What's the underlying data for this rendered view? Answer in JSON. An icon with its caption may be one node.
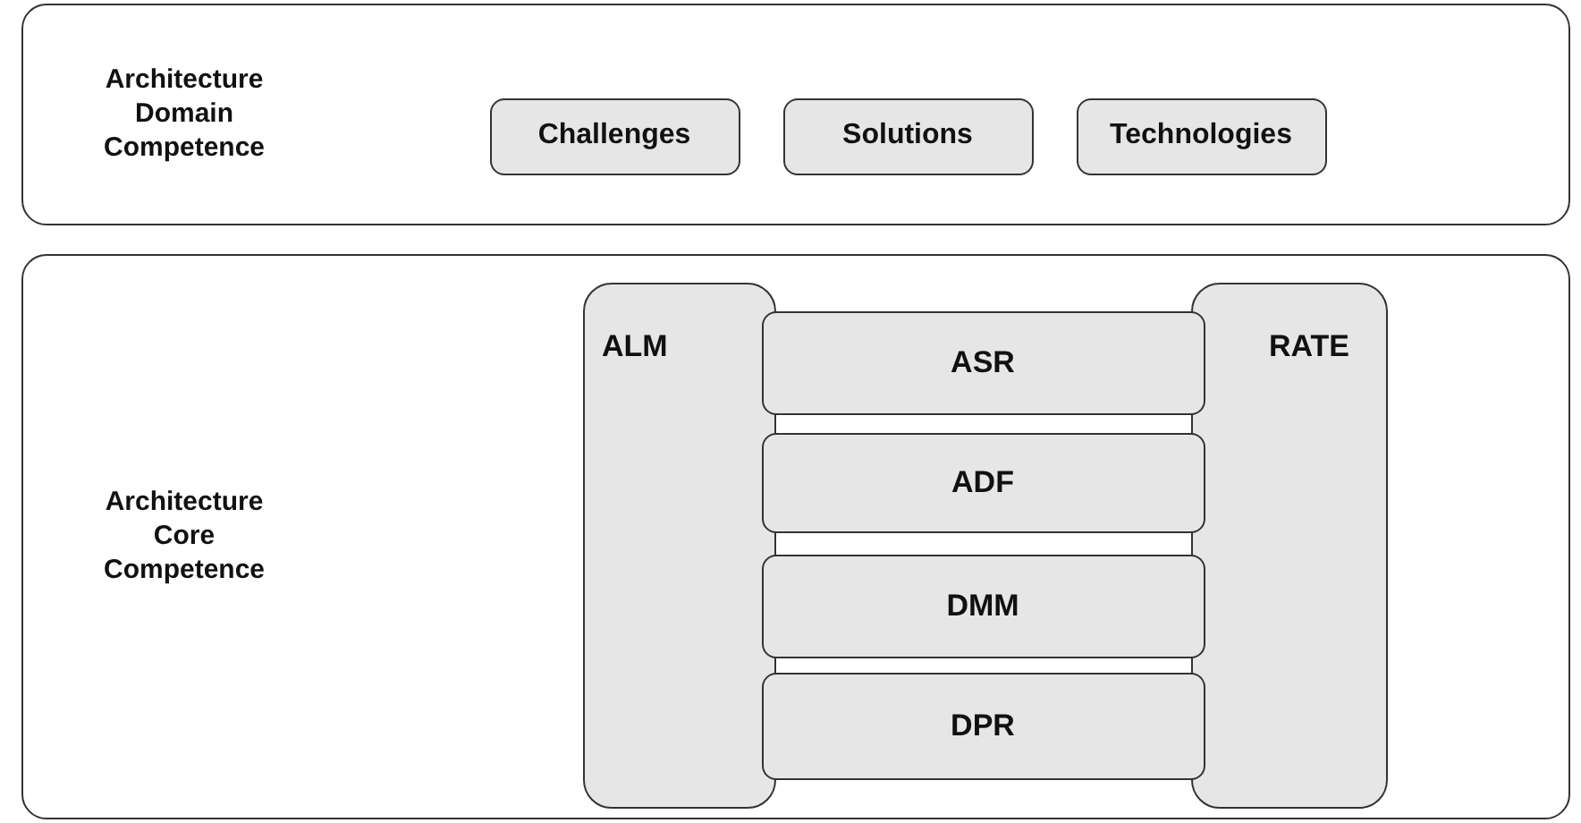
{
  "diagram": {
    "nodes": [
      {
        "text": [
          "Architecture Domain Competence"
        ]
      },
      {
        "text": [
          "Challenges"
        ],
        "in": 0
      },
      {
        "text": [
          "Solutions"
        ],
        "in": 0
      },
      {
        "text": [
          "Technologies"
        ],
        "in": 0
      },
      {
        "text": [
          "Architecture Core Competence"
        ]
      },
      {
        "text": [
          "ALM"
        ],
        "in": 4
      },
      {
        "text": [
          "RATE"
        ],
        "in": 4
      },
      {
        "text": [
          "ASR"
        ],
        "in": 4
      },
      {
        "text": [
          "ADF"
        ],
        "in": 4
      },
      {
        "text": [
          "DMM"
        ],
        "in": 4
      },
      {
        "text": [
          "DPR"
        ],
        "in": 4
      }
    ]
  }
}
